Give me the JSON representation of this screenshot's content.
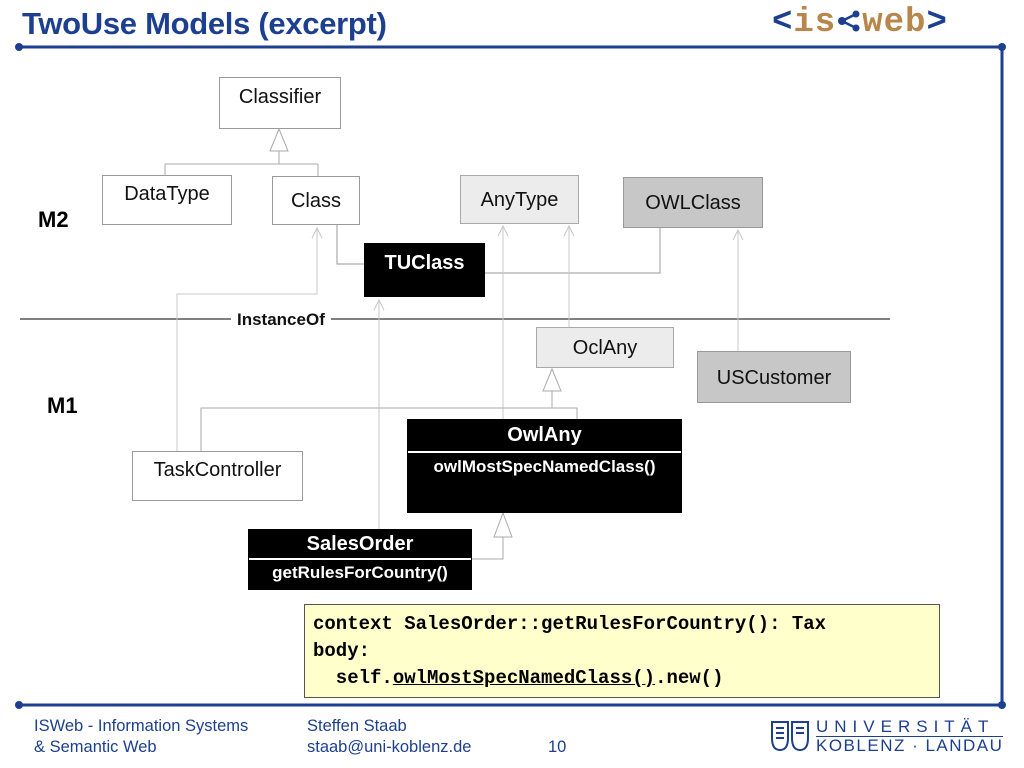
{
  "title": "TwoUse Models (excerpt)",
  "logo": {
    "open": "<",
    "is": "is",
    "web": "web",
    "close": ">"
  },
  "levels": {
    "m2": "M2",
    "m1": "M1"
  },
  "instanceof_label": "InstanceOf",
  "classes": {
    "classifier": "Classifier",
    "datatype": "DataType",
    "class": "Class",
    "anytype": "AnyType",
    "owlclass": "OWLClass",
    "tuclass": "TUClass",
    "oclany": "OclAny",
    "uscustomer": "USCustomer",
    "owlany": "OwlAny",
    "owlany_method": "owlMostSpecNamedClass()",
    "taskcontroller": "TaskController",
    "salesorder": "SalesOrder",
    "salesorder_method": "getRulesForCountry()"
  },
  "ocl": {
    "line1": "context SalesOrder::getRulesForCountry(): Tax",
    "line2": "body:",
    "line3_prefix": "  self.",
    "line3_underlined": "owlMostSpecNamedClass()",
    "line3_suffix": ".new()"
  },
  "footer": {
    "org_line1": "ISWeb - Information Systems",
    "org_line2": "& Semantic Web",
    "author": "Steffen Staab",
    "email": "staab@uni-koblenz.de",
    "page": "10",
    "uni_line1": "UNIVERSITÄT",
    "uni_line2": "KOBLENZ · LANDAU"
  },
  "colors": {
    "accent": "#1c3f8f",
    "logo_text": "#b8864a",
    "note_bg": "#ffffcc"
  }
}
